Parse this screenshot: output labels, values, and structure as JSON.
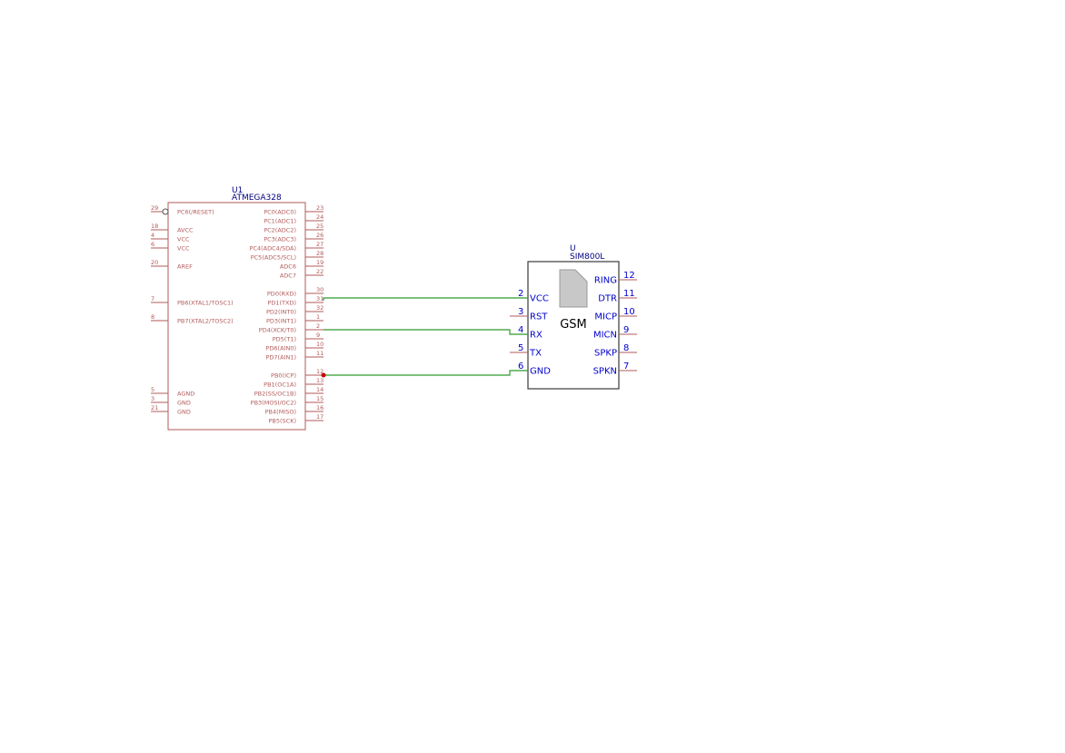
{
  "colors": {
    "background": "#ffffff",
    "u1_outline": "#b35a5a",
    "u1_text": "#b35a5a",
    "u1_ref": "#000080",
    "gsm_outline": "#3a3a3a",
    "gsm_pin_name": "#0000cc",
    "gsm_pin_number": "#0000cc",
    "gsm_pin_line": "#b35a5a",
    "gsm_ref": "#000080",
    "wire": "#2e9a2e",
    "junction": "#cc0000",
    "sim_icon_fill": "#c8c8c8",
    "sim_icon_stroke": "#9a9a9a"
  },
  "u1": {
    "ref": "U1",
    "value": "ATMEGA328",
    "left_pins": [
      {
        "num": "29",
        "name": "PC6(/RESET)",
        "inverted": true
      },
      {
        "num": "18",
        "name": "AVCC"
      },
      {
        "num": "4",
        "name": "VCC"
      },
      {
        "num": "6",
        "name": "VCC"
      },
      {
        "num": "20",
        "name": "AREF"
      },
      {
        "num": "7",
        "name": "PB6(XTAL1/TOSC1)"
      },
      {
        "num": "8",
        "name": "PB7(XTAL2/TOSC2)"
      },
      {
        "num": "5",
        "name": "AGND"
      },
      {
        "num": "3",
        "name": "GND"
      },
      {
        "num": "21",
        "name": "GND"
      }
    ],
    "right_pins": [
      {
        "num": "23",
        "name": "PC0(ADC0)"
      },
      {
        "num": "24",
        "name": "PC1(ADC1)"
      },
      {
        "num": "25",
        "name": "PC2(ADC2)"
      },
      {
        "num": "26",
        "name": "PC3(ADC3)"
      },
      {
        "num": "27",
        "name": "PC4(ADC4/SDA)"
      },
      {
        "num": "28",
        "name": "PC5(ADC5/SCL)"
      },
      {
        "num": "19",
        "name": "ADC6"
      },
      {
        "num": "22",
        "name": "ADC7"
      },
      {
        "num": "30",
        "name": "PD0(RXD)"
      },
      {
        "num": "31",
        "name": "PD1(TXD)"
      },
      {
        "num": "32",
        "name": "PD2(INT0)"
      },
      {
        "num": "1",
        "name": "PD3(INT1)"
      },
      {
        "num": "2",
        "name": "PD4(XCK/T0)"
      },
      {
        "num": "9",
        "name": "PD5(T1)"
      },
      {
        "num": "10",
        "name": "PD6(AIN0)"
      },
      {
        "num": "11",
        "name": "PD7(AIN1)"
      },
      {
        "num": "12",
        "name": "PB0(ICP)"
      },
      {
        "num": "13",
        "name": "PB1(OC1A)"
      },
      {
        "num": "14",
        "name": "PB2(SS/OC1B)"
      },
      {
        "num": "15",
        "name": "PB3(MOSI/OC2)"
      },
      {
        "num": "16",
        "name": "PB4(MISO)"
      },
      {
        "num": "17",
        "name": "PB5(SCK)"
      }
    ]
  },
  "gsm": {
    "ref": "U",
    "value": "SIM800L",
    "center_label": "GSM",
    "left_pins": [
      {
        "num": "2",
        "name": "VCC"
      },
      {
        "num": "3",
        "name": "RST"
      },
      {
        "num": "4",
        "name": "RX"
      },
      {
        "num": "5",
        "name": "TX"
      },
      {
        "num": "6",
        "name": "GND"
      }
    ],
    "right_pins": [
      {
        "num": "12",
        "name": "RING"
      },
      {
        "num": "11",
        "name": "DTR"
      },
      {
        "num": "10",
        "name": "MICP"
      },
      {
        "num": "9",
        "name": "MICN"
      },
      {
        "num": "8",
        "name": "SPKP"
      },
      {
        "num": "7",
        "name": "SPKN"
      }
    ]
  },
  "connections": [
    {
      "from": "31",
      "to": "2"
    },
    {
      "from": "2",
      "to": "4"
    },
    {
      "from": "12",
      "to": "6",
      "junction": true
    }
  ]
}
